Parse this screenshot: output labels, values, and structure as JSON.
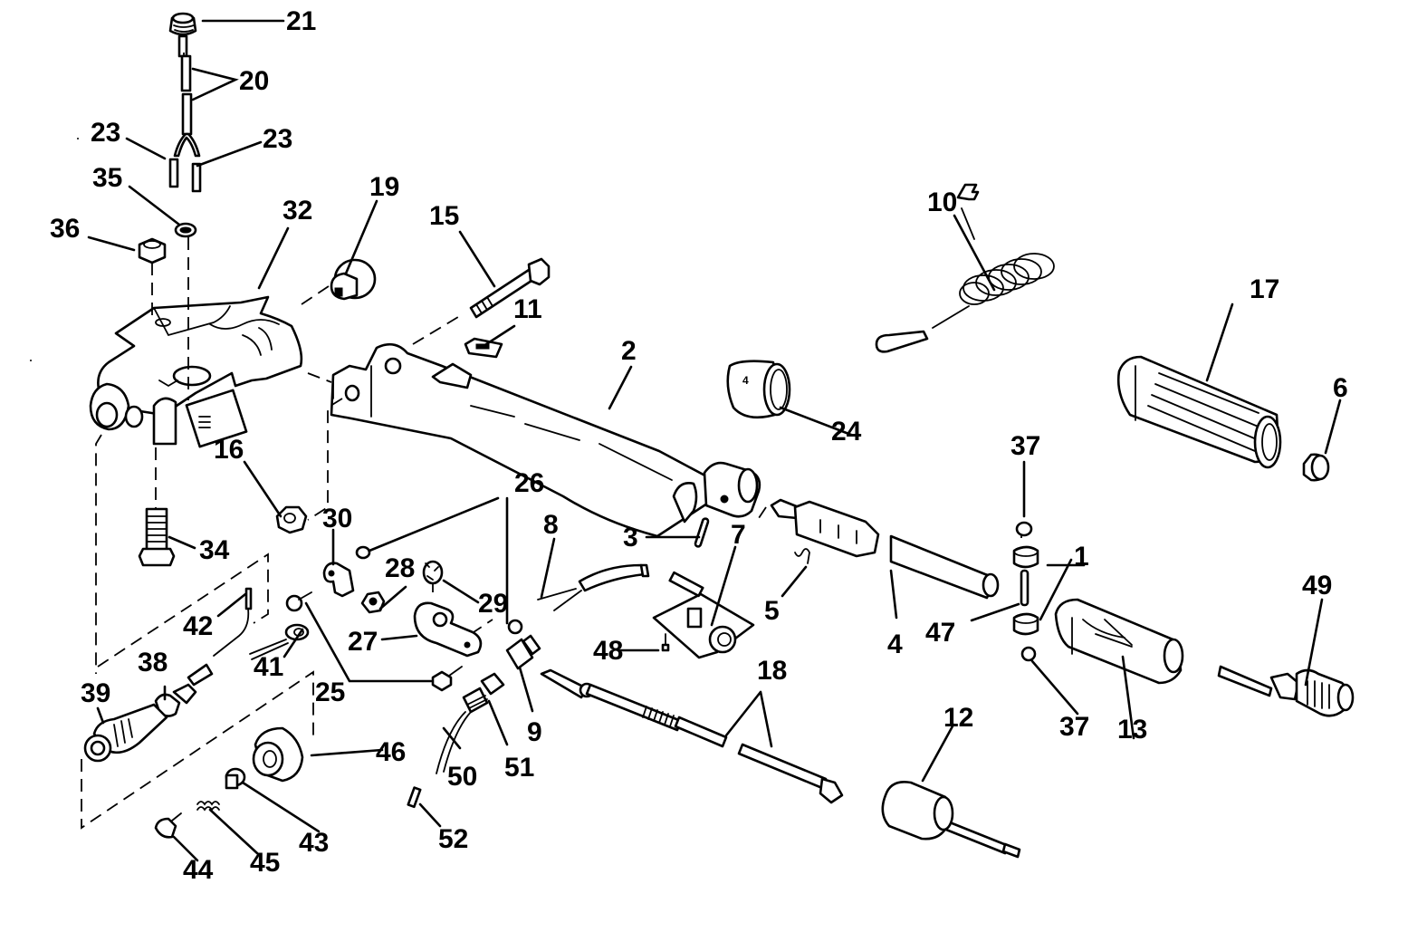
{
  "diagram": {
    "type": "exploded-parts-diagram",
    "subject": "Outboard tiller handle / steering arm assembly",
    "line_color": "#000000",
    "background_color": "#ffffff",
    "callouts": [
      {
        "id": "c21",
        "label": "21",
        "part": "switch-button"
      },
      {
        "id": "c20",
        "label": "20",
        "part": "wire-harness-sleeve"
      },
      {
        "id": "c23a",
        "label": "23",
        "part": "wire-terminal"
      },
      {
        "id": "c23b",
        "label": "23",
        "part": "wire-terminal"
      },
      {
        "id": "c35",
        "label": "35",
        "part": "washer"
      },
      {
        "id": "c36",
        "label": "36",
        "part": "locknut"
      },
      {
        "id": "c32",
        "label": "32",
        "part": "steering-bracket"
      },
      {
        "id": "c19",
        "label": "19",
        "part": "bushing"
      },
      {
        "id": "c15",
        "label": "15",
        "part": "pivot-bolt"
      },
      {
        "id": "c11",
        "label": "11",
        "part": "friction-plate"
      },
      {
        "id": "c2",
        "label": "2",
        "part": "tiller-arm"
      },
      {
        "id": "c10",
        "label": "10",
        "part": "lanyard-cord"
      },
      {
        "id": "c24",
        "label": "24",
        "part": "throttle-indicator-sleeve"
      },
      {
        "id": "c17",
        "label": "17",
        "part": "throttle-grip"
      },
      {
        "id": "c6",
        "label": "6",
        "part": "end-cap"
      },
      {
        "id": "c16",
        "label": "16",
        "part": "nut"
      },
      {
        "id": "c34",
        "label": "34",
        "part": "screw"
      },
      {
        "id": "c30",
        "label": "30",
        "part": "clamp"
      },
      {
        "id": "c26",
        "label": "26",
        "part": "washer"
      },
      {
        "id": "c28",
        "label": "28",
        "part": "nut"
      },
      {
        "id": "c29",
        "label": "29",
        "part": "knob"
      },
      {
        "id": "c8",
        "label": "8",
        "part": "wire-lead"
      },
      {
        "id": "c3",
        "label": "3",
        "part": "pin"
      },
      {
        "id": "c7",
        "label": "7",
        "part": "stop-switch-bracket"
      },
      {
        "id": "c5",
        "label": "5",
        "part": "spring"
      },
      {
        "id": "c4",
        "label": "4",
        "part": "throttle-shaft"
      },
      {
        "id": "c37a",
        "label": "37",
        "part": "o-ring"
      },
      {
        "id": "c1",
        "label": "1",
        "part": "friction-block"
      },
      {
        "id": "c47",
        "label": "47",
        "part": "pin"
      },
      {
        "id": "c37b",
        "label": "37",
        "part": "o-ring"
      },
      {
        "id": "c13",
        "label": "13",
        "part": "throttle-housing"
      },
      {
        "id": "c49",
        "label": "49",
        "part": "stop-switch"
      },
      {
        "id": "c42",
        "label": "42",
        "part": "wire-lead"
      },
      {
        "id": "c41",
        "label": "41",
        "part": "ring-terminal"
      },
      {
        "id": "c38",
        "label": "38",
        "part": "retainer"
      },
      {
        "id": "c39",
        "label": "39",
        "part": "push-button-switch"
      },
      {
        "id": "c25",
        "label": "25",
        "part": "screw"
      },
      {
        "id": "c27",
        "label": "27",
        "part": "cam-lever"
      },
      {
        "id": "c48",
        "label": "48",
        "part": "screw"
      },
      {
        "id": "c9",
        "label": "9",
        "part": "connector"
      },
      {
        "id": "c18",
        "label": "18",
        "part": "throttle-cable"
      },
      {
        "id": "c12",
        "label": "12",
        "part": "cable-grommet"
      },
      {
        "id": "c46",
        "label": "46",
        "part": "boot"
      },
      {
        "id": "c50",
        "label": "50",
        "part": "wire-lead"
      },
      {
        "id": "c51",
        "label": "51",
        "part": "grommet"
      },
      {
        "id": "c52",
        "label": "52",
        "part": "terminal"
      },
      {
        "id": "c43",
        "label": "43",
        "part": "plunger"
      },
      {
        "id": "c44",
        "label": "44",
        "part": "cap"
      },
      {
        "id": "c45",
        "label": "45",
        "part": "spring"
      }
    ]
  }
}
